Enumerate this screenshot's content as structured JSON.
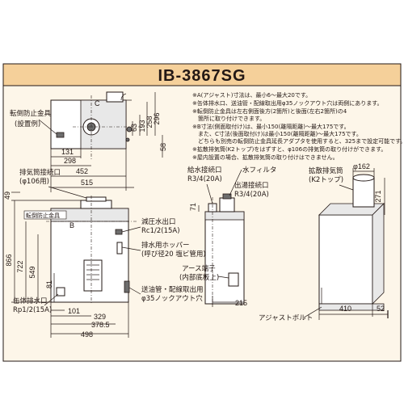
{
  "title": "IB-3867SG",
  "notes": [
    "※A(アジャスト)寸法は、最小6～最大20です。",
    "※缶体排水口、送油管・配線取出用φ35ノックアウト穴は両側にあります。",
    "※転倒防止金具は左右側面後方(2箇所)と後面(左右2箇所)の4",
    "箇所に取り付けできます。",
    "※B寸法(側面取付け)は、最小150(離隔距離)～最大175です。",
    "また、C寸法(後面取付け)は最小150(離隔距離)～最大175です。",
    "どちらも別売の転倒防止金具延長アダプタを使用すると、325まで設定可能です。",
    "※拡散排気筒(K2トップ)をはずすと、φ106の排気筒の取り付けができます。",
    "※屋内設置の場合、拡散排気筒の取り付けはできません。"
  ],
  "labels": {
    "tip_bracket": "転倒防止金具",
    "tip_bracket_example": "(設置例)",
    "flue_connector": "排気筒接続口",
    "flue_connector_size": "(φ106用)",
    "front_bracket": "転倒防止金具",
    "pressure_outlet": "減圧水出口",
    "pressure_outlet_size": "Rc1/2(15A)",
    "drain_hopper": "排水用ホッパー",
    "drain_hopper_size": "(呼び径20 塩ビ管用)",
    "oil_pipe": "送油管・配線取出用",
    "oil_pipe_size": "φ35ノックアウト穴",
    "drain": "缶体排水口",
    "drain_size": "Rp1/2(15A)",
    "water_inlet": "給水接続口",
    "water_inlet_size": "R3/4(20A)",
    "water_filter": "水フィルタ",
    "hot_water": "出湯接続口",
    "hot_water_size": "R3/4(20A)",
    "earth": "アース端子",
    "earth_location": "(内部底板上)",
    "diffuser": "拡散排気筒",
    "diffuser_size": "(K2トップ)",
    "adjust_bolt": "アジャストボルト"
  },
  "dimensions": {
    "top_63": "63",
    "top_193": "193",
    "top_258": "258",
    "top_296": "296",
    "top_58": "58",
    "top_c": "C",
    "top_131": "131",
    "top_298": "298",
    "top_452": "452",
    "top_515": "515",
    "front_866": "866",
    "front_722": "722",
    "front_549": "549",
    "front_81": "81",
    "front_49": "49",
    "front_b": "B",
    "front_101": "101",
    "front_329": "329",
    "front_378_5": "378.5",
    "front_498": "498",
    "side_71": "71",
    "side_215": "215",
    "rear_phi_162": "φ162",
    "rear_271": "271",
    "rear_410": "410",
    "rear_52": "52"
  }
}
